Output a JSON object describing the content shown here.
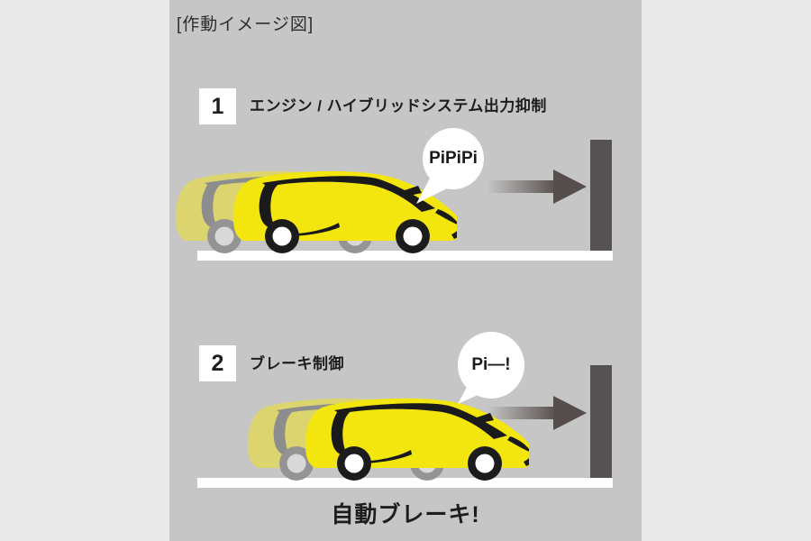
{
  "title": "[作動イメージ図]",
  "steps": [
    {
      "number": "1",
      "label": "エンジン / ハイブリッドシステム出力抑制",
      "bubble": "PiPiPi"
    },
    {
      "number": "2",
      "label": "ブレーキ制御",
      "bubble": "Pi—!"
    }
  ],
  "footer": "自動ブレーキ!",
  "illustration": {
    "car": "yellow-minivan-side-view",
    "ghost_car": "faded-previous-position-car",
    "arrow": "right-gradient-motion-arrow",
    "wall": "obstacle-bar",
    "road": "white-ground-line",
    "bubble": "speech-bubble"
  },
  "colors": {
    "panel-bg": "#c6c6c6",
    "margin-bg": "#e9e9e9",
    "car-yellow": "#f2e60e",
    "ghost-yellow": "#dcd56f",
    "wall-gray": "#565254",
    "arrow-dark": "#564e4d",
    "ink": "#1d1d1d"
  }
}
